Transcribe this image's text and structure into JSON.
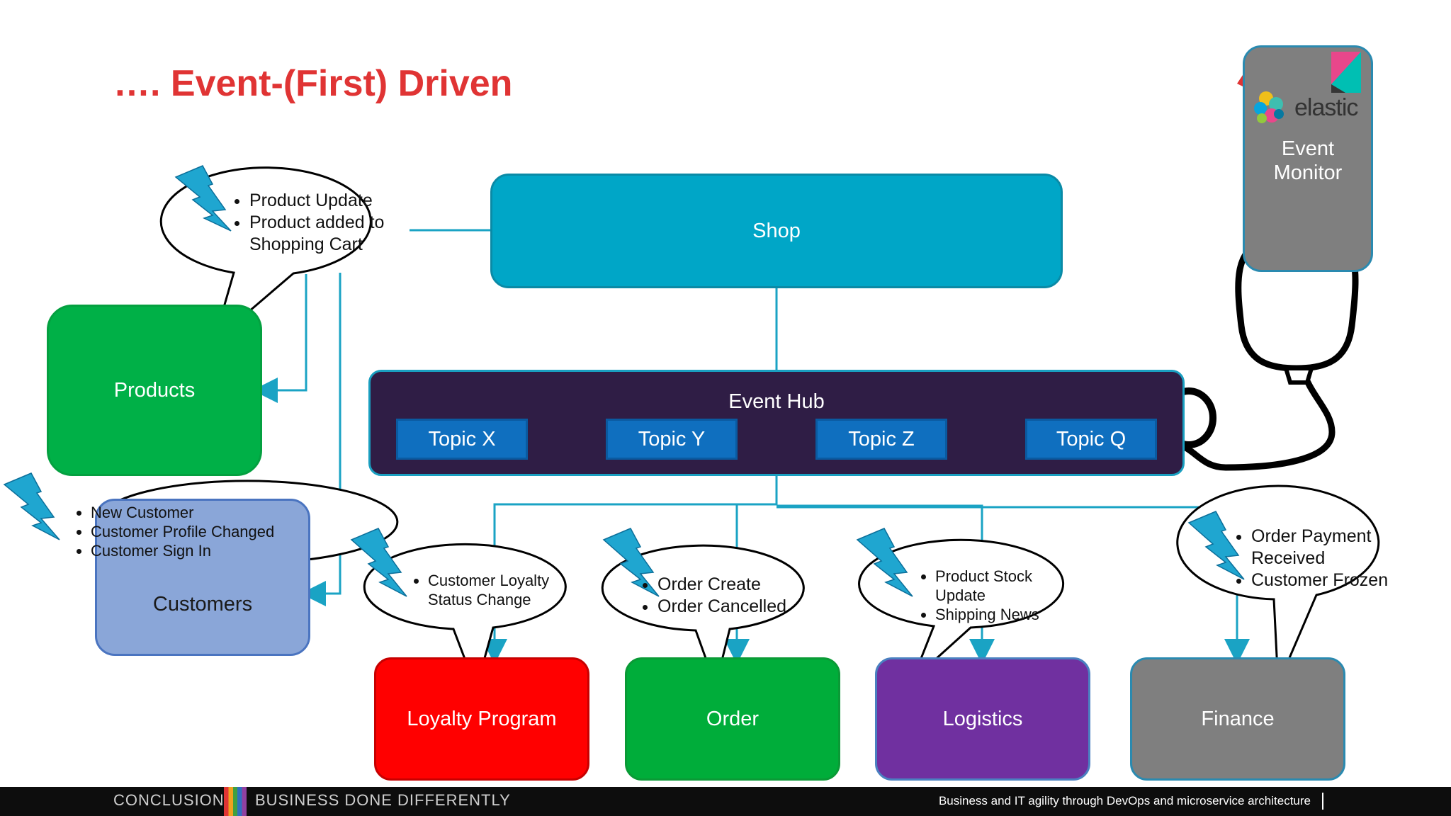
{
  "title": "…. Event-(First) Driven",
  "shop": {
    "label": "Shop"
  },
  "event_hub": {
    "label": "Event Hub",
    "topics": [
      "Topic X",
      "Topic Y",
      "Topic Z",
      "Topic Q"
    ]
  },
  "services": {
    "products": "Products",
    "customers": "Customers",
    "loyalty": "Loyalty Program",
    "order": "Order",
    "logistics": "Logistics",
    "finance": "Finance"
  },
  "monitor": {
    "brand": "elastic",
    "label": "Event\nMonitor"
  },
  "events": {
    "shop": [
      "Product Update",
      "Product added to Shopping Cart"
    ],
    "customers": [
      "New Customer",
      "Customer Profile Changed",
      "Customer Sign In"
    ],
    "loyalty": [
      "Customer Loyalty Status Change"
    ],
    "order": [
      "Order Create",
      "Order Cancelled"
    ],
    "logistics": [
      "Product Stock Update",
      "Shipping News"
    ],
    "finance": [
      "Order Payment Received",
      "Customer Frozen"
    ]
  },
  "footer": {
    "left": "CONCLUSION",
    "middle": "BUSINESS DONE DIFFERENTLY",
    "tagline": "Business and IT agility through DevOps and microservice architecture"
  },
  "colors": {
    "title": "#e03434",
    "shop": "#00a6c7",
    "event_hub": "#2f1d45",
    "topic": "#0f6fbf",
    "products": "#00b047",
    "customers": "#8aa6d8",
    "loyalty": "#ff0000",
    "order": "#00ad3a",
    "logistics": "#7030a0",
    "finance": "#7f7f7f",
    "connector": "#1aa3c4",
    "lightning": "#1fa6d0"
  },
  "icons": [
    "lightning-icon",
    "elastic-logo-icon",
    "kibana-logo-icon",
    "stethoscope-icon"
  ]
}
